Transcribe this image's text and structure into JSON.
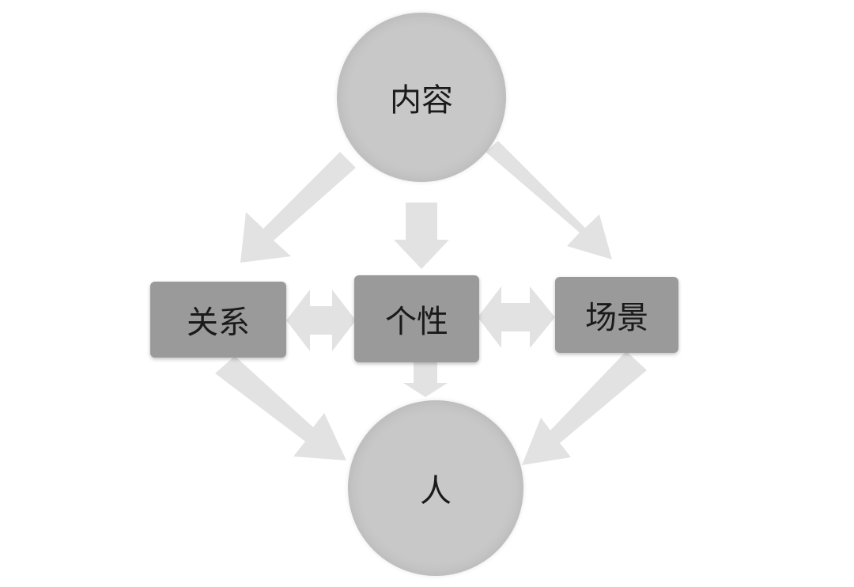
{
  "nodes": {
    "content": "内容",
    "relation": "关系",
    "personality": "个性",
    "scene": "场景",
    "person": "人"
  },
  "colors": {
    "circle_fill": "#c8c8c8",
    "box_fill": "#9a9a9a",
    "arrow_fill": "#e2e2e2",
    "text": "#1a1a1a"
  }
}
